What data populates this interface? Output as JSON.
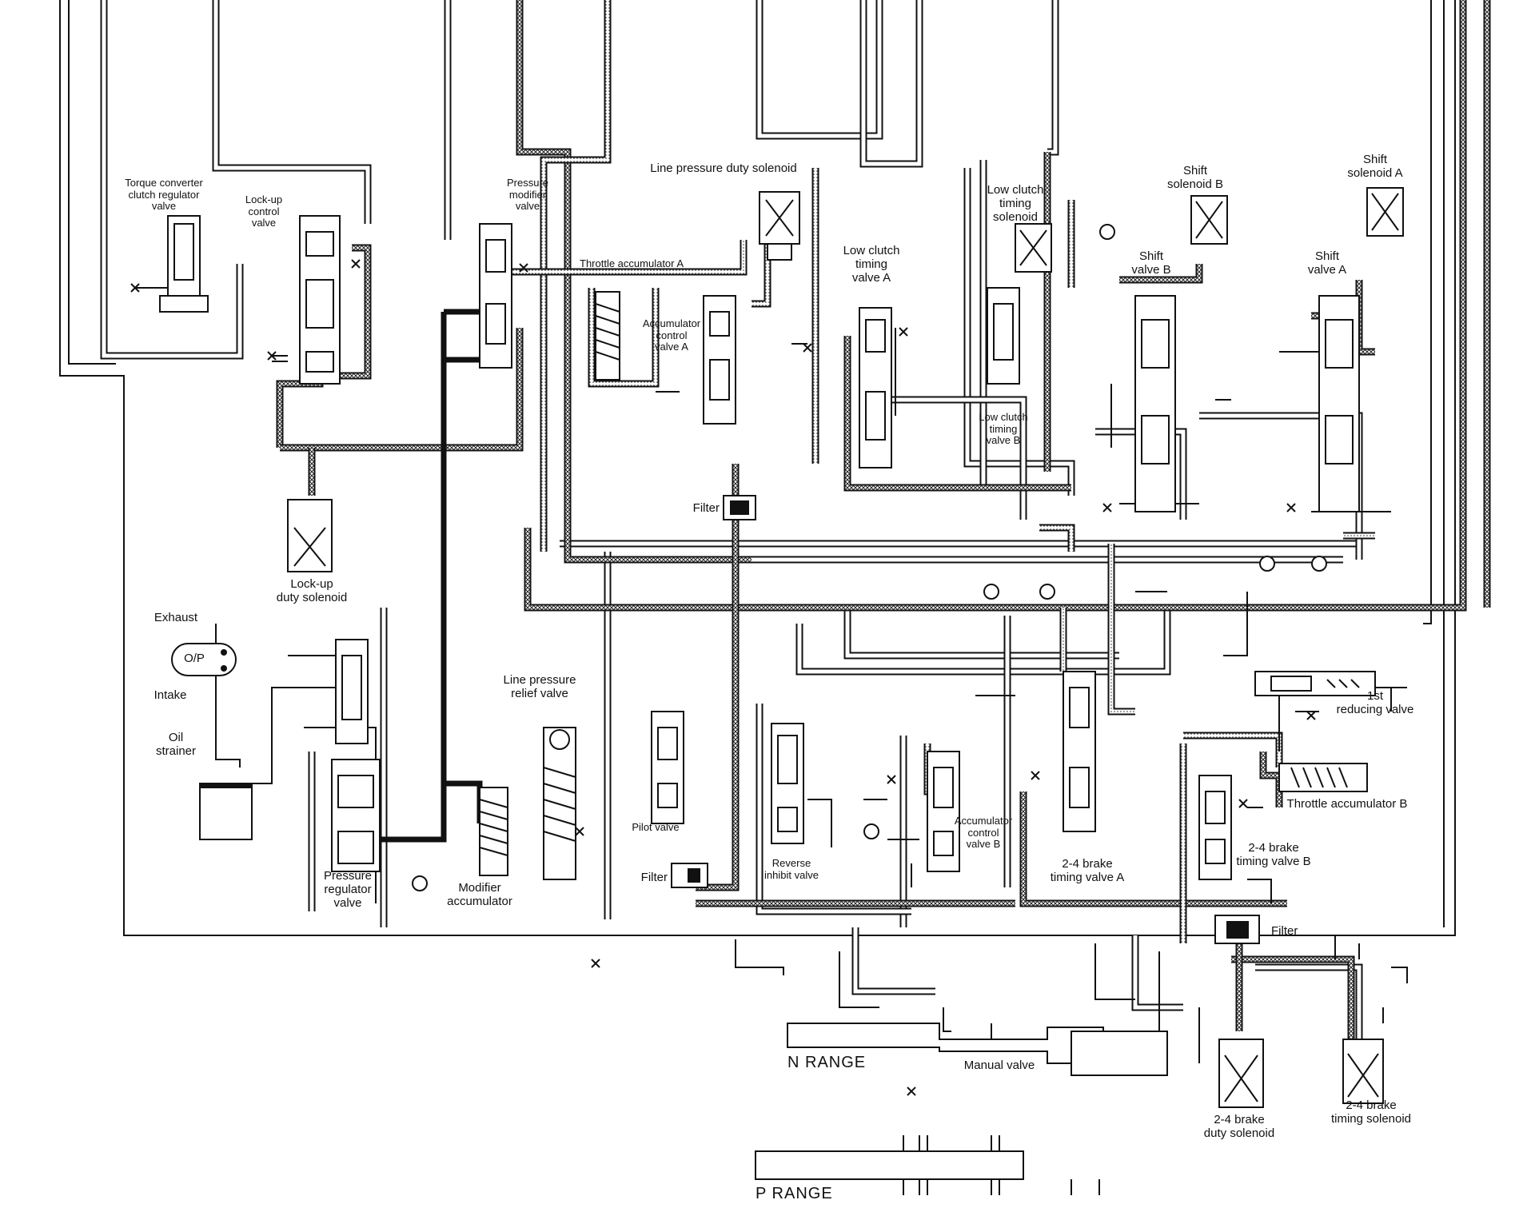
{
  "diagram": {
    "labels": {
      "torque_converter_valve": "Torque converter\nclutch regulator\nvalve",
      "lockup_control_valve": "Lock-up\ncontrol\nvalve",
      "pressure_modifier_valve": "Pressure\nmodifier\nvalve",
      "line_pressure_duty_solenoid": "Line pressure duty solenoid",
      "throttle_accumulator_a": "Throttle accumulator A",
      "accumulator_control_valve_a": "Accumulator\ncontrol\nvalve A",
      "low_clutch_timing_valve_a": "Low clutch\ntiming\nvalve A",
      "low_clutch_timing_solenoid": "Low clutch\ntiming\nsolenoid",
      "low_clutch_timing_valve_b": "Low clutch\ntiming\nvalve B",
      "shift_solenoid_b": "Shift\nsolenoid B",
      "shift_valve_b": "Shift\nvalve B",
      "shift_valve_a": "Shift\nvalve A",
      "shift_solenoid_a": "Shift\nsolenoid A",
      "filter_upper": "Filter",
      "lockup_duty_solenoid": "Lock-up\nduty solenoid",
      "exhaust": "Exhaust",
      "oil_pump": "O/P",
      "intake": "Intake",
      "oil_strainer": "Oil\nstrainer",
      "line_pressure_relief_valve": "Line pressure\nrelief valve",
      "pilot_valve": "Pilot valve",
      "filter_middle": "Filter",
      "pressure_regulator_valve": "Pressure\nregulator\nvalve",
      "modifier_accumulator": "Modifier\naccumulator",
      "reverse_inhibit_valve": "Reverse\ninhibit valve",
      "accumulator_control_valve_b": "Accumulator\ncontrol\nvalve B",
      "brake_timing_valve_a": "2-4 brake\ntiming valve A",
      "reducing_valve_1st": "1st\nreducing valve",
      "throttle_accumulator_b": "Throttle accumulator B",
      "brake_timing_valve_b": "2-4 brake\ntiming valve B",
      "filter_lower": "Filter",
      "n_range": "N  RANGE",
      "manual_valve": "Manual valve",
      "brake_duty_solenoid": "2-4 brake\nduty solenoid",
      "brake_timing_solenoid": "2-4 brake\ntiming solenoid",
      "p_range": "P  RANGE"
    }
  }
}
